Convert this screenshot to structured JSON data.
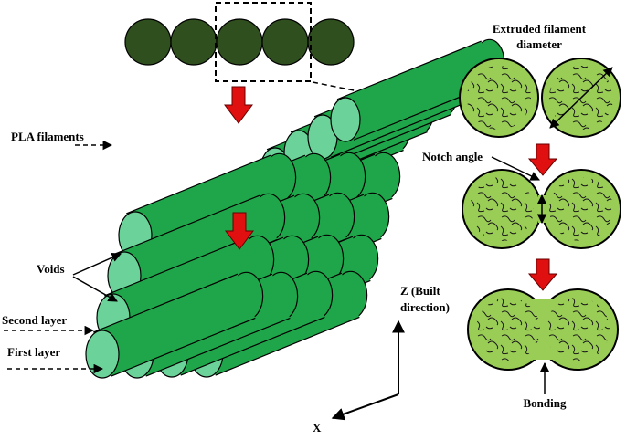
{
  "labels": {
    "pla_filaments": "PLA filaments",
    "voids": "Voids",
    "second_layer": "Second layer",
    "first_layer": "First layer",
    "z_axis_line1": "Z (Built",
    "z_axis_line2": "direction)",
    "x_axis": "X",
    "extruded_line1": "Extruded filament",
    "extruded_line2": "diameter",
    "notch_angle": "Notch angle",
    "bonding": "Bonding"
  },
  "colors": {
    "filament_body": "#1FA64A",
    "filament_end": "#6BD39A",
    "top_row_circle": "#2F4F1E",
    "cross_section": "#9ACD55",
    "process_arrow": "#E01010"
  }
}
